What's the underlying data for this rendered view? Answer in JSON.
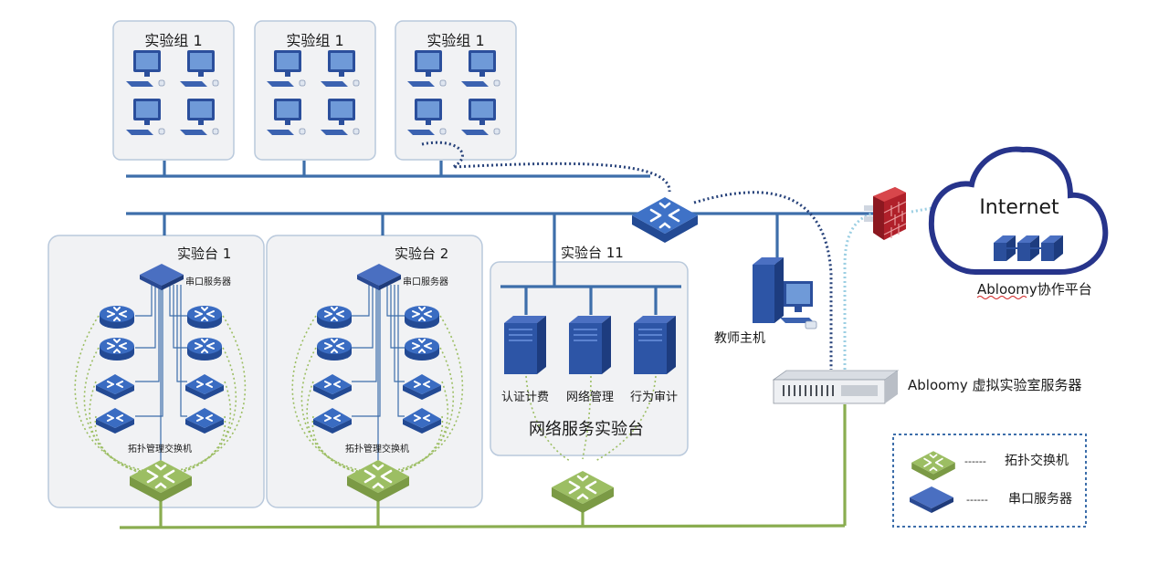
{
  "groups": [
    {
      "label": "实验组 1"
    },
    {
      "label": "实验组 1"
    },
    {
      "label": "实验组 1"
    }
  ],
  "benches": [
    {
      "label": "实验台 1",
      "serial_label": "串口服务器",
      "topo_label": "拓扑管理交换机"
    },
    {
      "label": "实验台 2",
      "serial_label": "串口服务器",
      "topo_label": "拓扑管理交换机"
    }
  ],
  "service_bench": {
    "label": "实验台 11",
    "title": "网络服务实验台",
    "servers": [
      {
        "label": "认证计费"
      },
      {
        "label": "网络管理"
      },
      {
        "label": "行为审计"
      }
    ]
  },
  "teacher_host": {
    "label": "教师主机"
  },
  "vlab_server": {
    "label": "Abloomy 虚拟实验室服务器"
  },
  "cloud": {
    "title": "Internet",
    "platform_label": "Abloomy协作平台"
  },
  "legend": {
    "items": [
      {
        "dash": "------",
        "label": "拓扑交换机",
        "icon": "topology-switch-icon"
      },
      {
        "dash": "------",
        "label": "串口服务器",
        "icon": "serial-server-icon"
      }
    ]
  },
  "colors": {
    "link_blue": "#3d6eaa",
    "topo_green": "#8aad50",
    "device_blue": "#2f5aa6",
    "panel_border": "#b9c9dc",
    "panel_fill": "#f1f2f4",
    "firewall_red": "#c8262c",
    "cloud_stroke": "#27348b"
  }
}
